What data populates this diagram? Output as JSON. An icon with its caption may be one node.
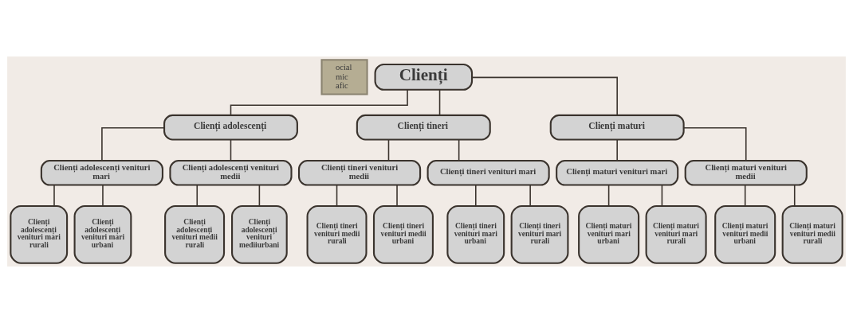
{
  "diagram": {
    "nodes": [
      {
        "text": [
          "Clienți"
        ]
      },
      {
        "text": [
          "Clienți adolescenți"
        ]
      },
      {
        "text": [
          "Clienți tineri"
        ]
      },
      {
        "text": [
          "Clienți maturi"
        ]
      },
      {
        "text": [
          "Clienți adolescenți venituri mari"
        ]
      },
      {
        "text": [
          "Clienți adolescenți venituri medii"
        ]
      },
      {
        "text": [
          "Clienți tineri venituri medii"
        ]
      },
      {
        "text": [
          "Clienți tineri venituri mari"
        ]
      },
      {
        "text": [
          "Clienți maturi venituri mari"
        ]
      },
      {
        "text": [
          "Clienți maturi venituri medii"
        ]
      },
      {
        "text": [
          "Clienți adolescenți venituri mari rurali"
        ]
      },
      {
        "text": [
          "Clienți adolescenți venituri mari urbani"
        ]
      },
      {
        "text": [
          "Clienți adolescenți venituri medii rurali"
        ]
      },
      {
        "text": [
          "Clienți adolescenți venituri mediiurbani"
        ]
      },
      {
        "text": [
          "Clienți tineri venituri medii rurali"
        ]
      },
      {
        "text": [
          "Clienți tineri venituri medii urbani"
        ]
      },
      {
        "text": [
          "Clienți tineri venituri mari urbani"
        ]
      },
      {
        "text": [
          "Clienți tineri venituri mari rurali"
        ]
      },
      {
        "text": [
          "Clienți maturi venituri mari urbani"
        ]
      },
      {
        "text": [
          "Clienți maturi venituri mari rurali"
        ]
      },
      {
        "text": [
          "Clienți maturi venituri medii urbani"
        ]
      },
      {
        "text": [
          "Clienți maturi venituri medii rurali"
        ]
      }
    ],
    "edges": [
      {
        "from": 0,
        "to": 1,
        "arrow": "none"
      },
      {
        "from": 0,
        "to": 2,
        "arrow": "none"
      },
      {
        "from": 0,
        "to": 3,
        "arrow": "none"
      },
      {
        "from": 1,
        "to": 4,
        "arrow": "none"
      },
      {
        "from": 1,
        "to": 5,
        "arrow": "none"
      },
      {
        "from": 2,
        "to": 6,
        "arrow": "none"
      },
      {
        "from": 2,
        "to": 7,
        "arrow": "none"
      },
      {
        "from": 3,
        "to": 8,
        "arrow": "none"
      },
      {
        "from": 3,
        "to": 9,
        "arrow": "none"
      },
      {
        "from": 4,
        "to": 10,
        "arrow": "none"
      },
      {
        "from": 4,
        "to": 11,
        "arrow": "none"
      },
      {
        "from": 5,
        "to": 12,
        "arrow": "none"
      },
      {
        "from": 5,
        "to": 13,
        "arrow": "none"
      },
      {
        "from": 6,
        "to": 14,
        "arrow": "none"
      },
      {
        "from": 6,
        "to": 15,
        "arrow": "none"
      },
      {
        "from": 7,
        "to": 16,
        "arrow": "none"
      },
      {
        "from": 7,
        "to": 17,
        "arrow": "none"
      },
      {
        "from": 8,
        "to": 18,
        "arrow": "none"
      },
      {
        "from": 8,
        "to": 19,
        "arrow": "none"
      },
      {
        "from": 9,
        "to": 20,
        "arrow": "none"
      },
      {
        "from": 9,
        "to": 21,
        "arrow": "none"
      }
    ],
    "labels": [
      "ocial",
      "mic",
      "afic"
    ]
  }
}
